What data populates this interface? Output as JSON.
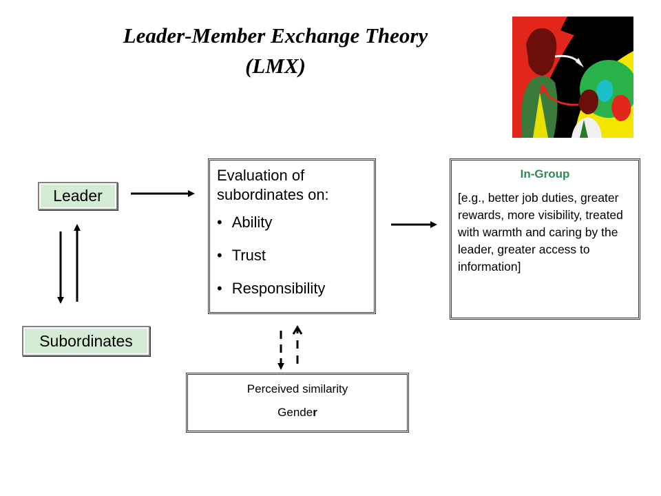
{
  "title": {
    "line1": "Leader-Member Exchange Theory",
    "line2": "(LMX)"
  },
  "nodes": {
    "leader": "Leader",
    "subordinates": "Subordinates",
    "evaluation": {
      "heading": "Evaluation of subordinates on:",
      "items": [
        "Ability",
        "Trust",
        "Responsibility"
      ]
    },
    "in_group": {
      "title": "In-Group",
      "body": "[e.g., better job duties, greater rewards, more visibility, treated with warmth and caring by the leader, greater access to information]"
    },
    "similarity": {
      "line1": "Perceived similarity",
      "line2_regular": "Gende",
      "line2_bold": "r"
    }
  },
  "colors": {
    "box_fill_green": "#d4ecd4",
    "in_group_title": "#2e8b57"
  },
  "icons": {
    "clipart": "people-group-clipart-icon"
  }
}
